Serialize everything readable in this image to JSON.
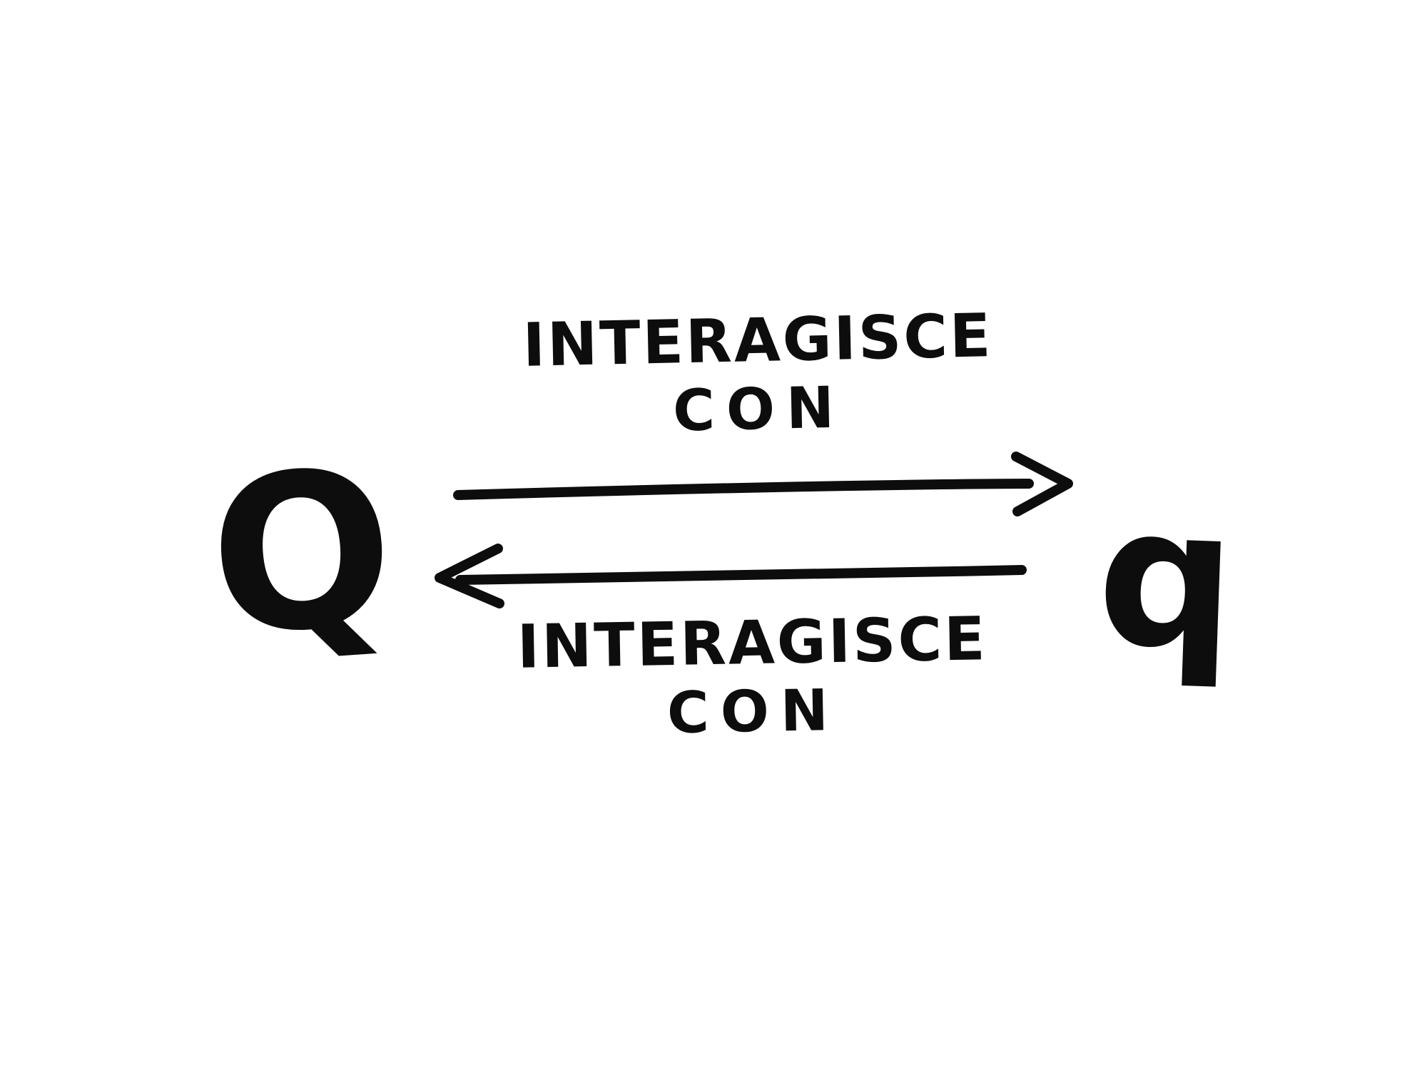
{
  "diagram": {
    "left_node": "Q",
    "right_node": "q",
    "top_arrow": {
      "direction": "left-to-right",
      "label_line1": "INTERAGISCE",
      "label_line2": "CON"
    },
    "bottom_arrow": {
      "direction": "right-to-left",
      "label_line1": "INTERAGISCE",
      "label_line2": "CON"
    }
  },
  "colors": {
    "ink": "#0d0d0d",
    "background": "#ffffff"
  }
}
